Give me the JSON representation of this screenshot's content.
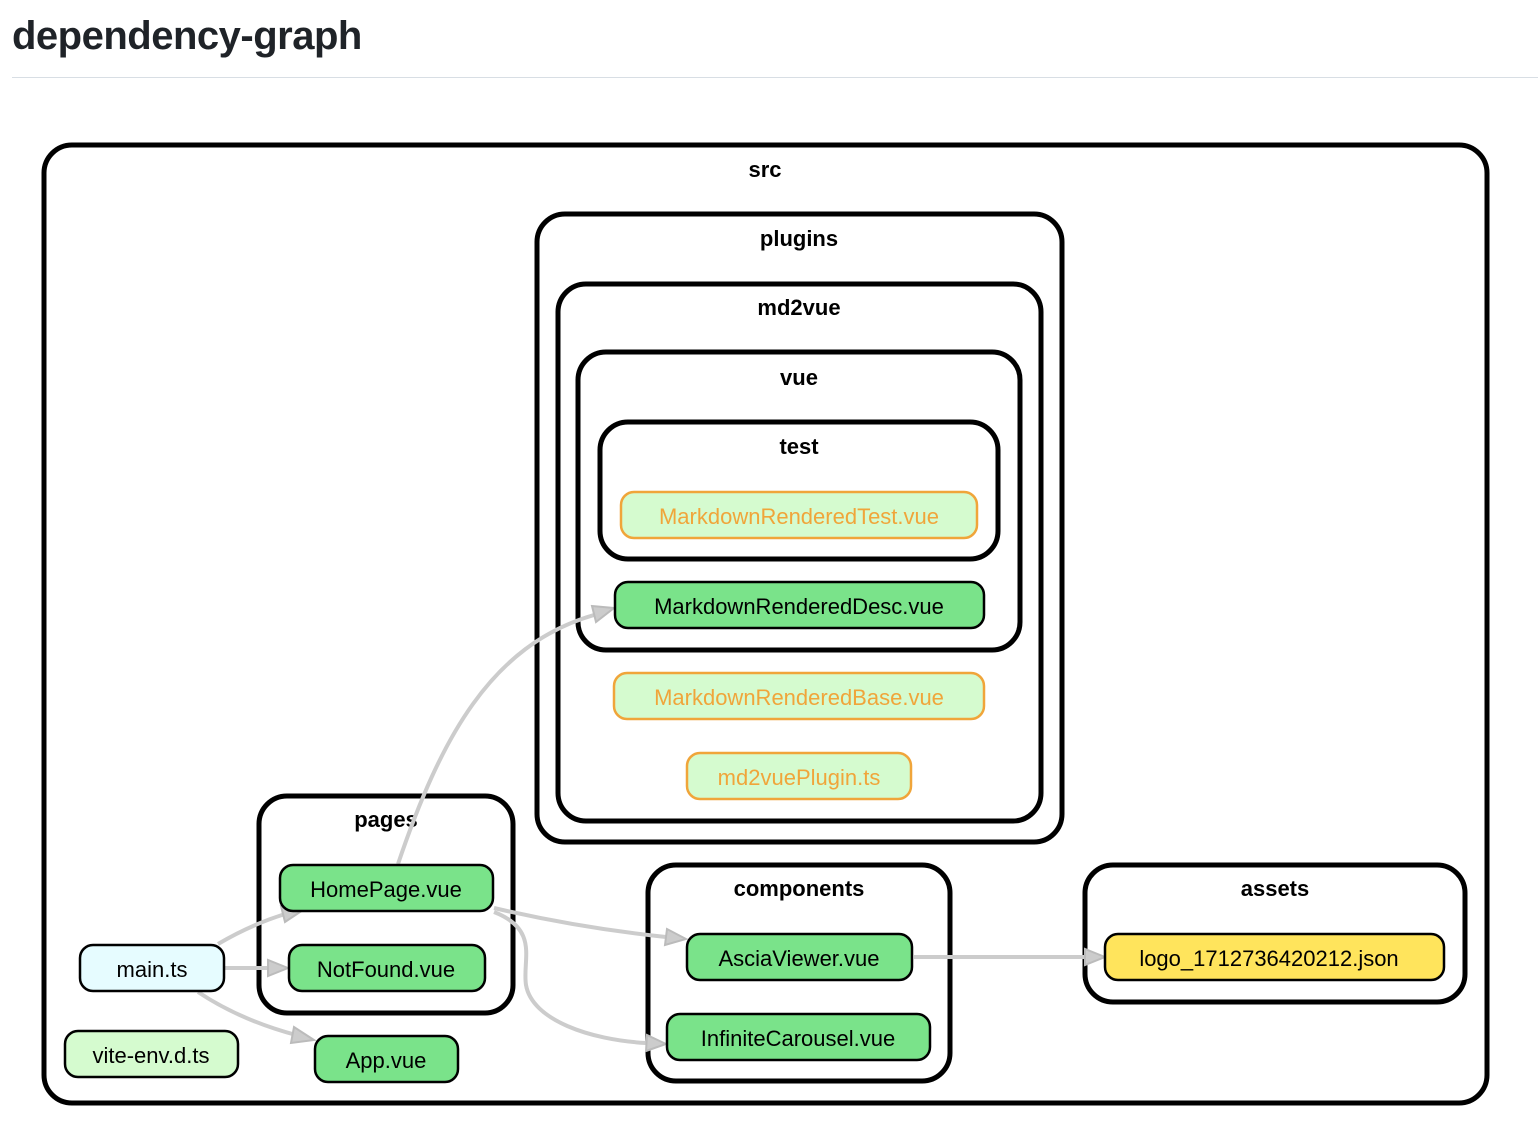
{
  "page": {
    "title": "dependency-graph"
  },
  "clusters": {
    "src": "src",
    "plugins": "plugins",
    "md2vue": "md2vue",
    "vue": "vue",
    "test": "test",
    "pages": "pages",
    "components": "components",
    "assets": "assets"
  },
  "nodes": {
    "markdown_rendered_test": "MarkdownRenderedTest.vue",
    "markdown_rendered_desc": "MarkdownRenderedDesc.vue",
    "markdown_rendered_base": "MarkdownRenderedBase.vue",
    "md2vue_plugin": "md2vuePlugin.ts",
    "home_page": "HomePage.vue",
    "not_found": "NotFound.vue",
    "main_ts": "main.ts",
    "vite_env": "vite-env.d.ts",
    "app_vue": "App.vue",
    "ascia_viewer": "AsciaViewer.vue",
    "infinite_carousel": "InfiniteCarousel.vue",
    "logo_json": "logo_1712736420212.json"
  },
  "edges": [
    {
      "from": "main.ts",
      "to": "HomePage.vue"
    },
    {
      "from": "main.ts",
      "to": "NotFound.vue"
    },
    {
      "from": "main.ts",
      "to": "App.vue"
    },
    {
      "from": "HomePage.vue",
      "to": "MarkdownRenderedDesc.vue"
    },
    {
      "from": "HomePage.vue",
      "to": "AsciaViewer.vue"
    },
    {
      "from": "HomePage.vue",
      "to": "InfiniteCarousel.vue"
    },
    {
      "from": "AsciaViewer.vue",
      "to": "logo_1712736420212.json"
    }
  ],
  "colors": {
    "vue_fill": "#7ae38a",
    "unused_fill": "#d5fbcf",
    "unused_stroke": "#f0a53a",
    "entry_fill": "#e6fcff",
    "json_fill": "#ffe45c",
    "edge": "#cccccc"
  }
}
